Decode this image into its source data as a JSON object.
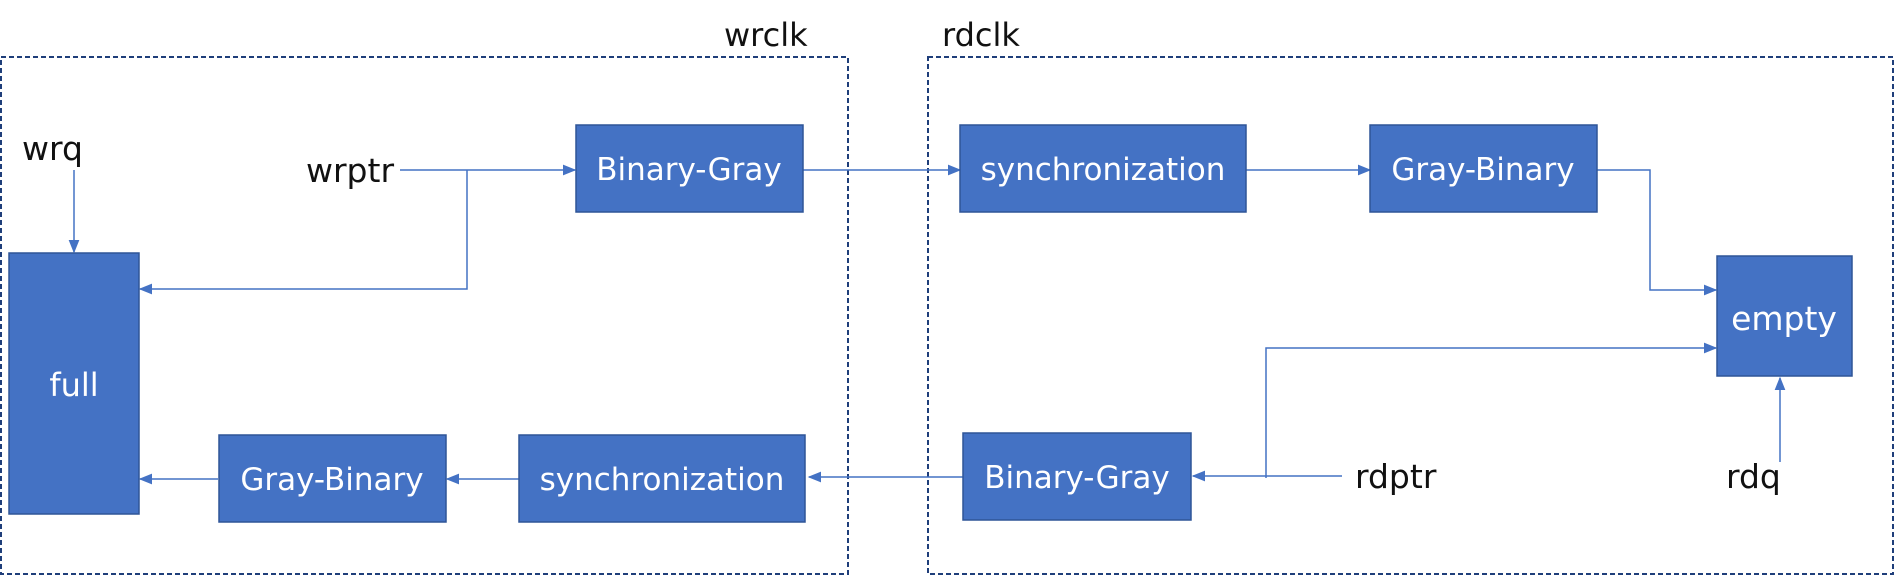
{
  "colors": {
    "block_fill": "#4472C4",
    "block_border": "#2F5597",
    "line": "#4472C4",
    "domain_border": "#1F3E7A",
    "label_text": "#111111",
    "block_text": "#FFFFFF"
  },
  "clock_domains": {
    "write": "wrclk",
    "read": "rdclk"
  },
  "signals": {
    "wrq": "wrq",
    "wrptr": "wrptr",
    "rdptr": "rdptr",
    "rdq": "rdq"
  },
  "blocks": {
    "full": "full",
    "write_binary_gray": "Binary-Gray",
    "write_synchronization": "synchronization",
    "write_gray_binary": "Gray-Binary",
    "read_synchronization": "synchronization",
    "read_gray_binary": "Gray-Binary",
    "empty": "empty",
    "read_binary_gray": "Binary-Gray"
  }
}
